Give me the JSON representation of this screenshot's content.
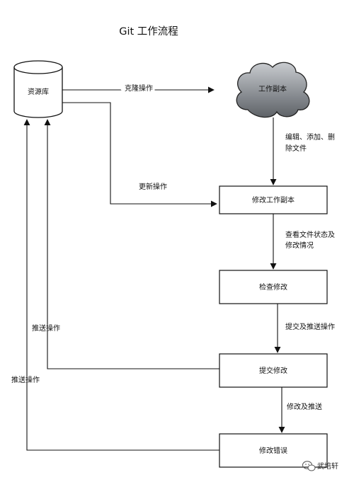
{
  "title": "Git 工作流程",
  "nodes": {
    "repo": "资源库",
    "working_copy": "工作副本",
    "modify_working_copy": "修改工作副本",
    "check_changes": "检查修改",
    "commit_changes": "提交修改",
    "fix_errors": "修改错误"
  },
  "edges": {
    "clone": "克隆操作",
    "edit_line1": "编辑、添加、删",
    "edit_line2": "除文件",
    "update": "更新操作",
    "view_line1": "查看文件状态及",
    "view_line2": "修改情况",
    "commit_and_push": "提交及推送操作",
    "push_upper": "推送操作",
    "push_lower": "推送操作",
    "fix_and_push": "修改及推送"
  },
  "watermark": "武培轩"
}
